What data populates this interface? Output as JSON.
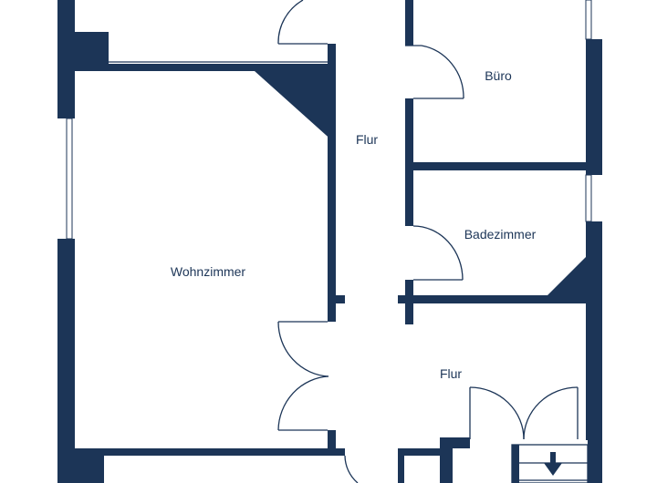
{
  "floorplan": {
    "rooms": {
      "buero": "Büro",
      "flur_upper": "Flur",
      "badezimmer": "Badezimmer",
      "wohnzimmer": "Wohnzimmer",
      "flur_lower": "Flur"
    },
    "wall_color": "#1c3557"
  }
}
